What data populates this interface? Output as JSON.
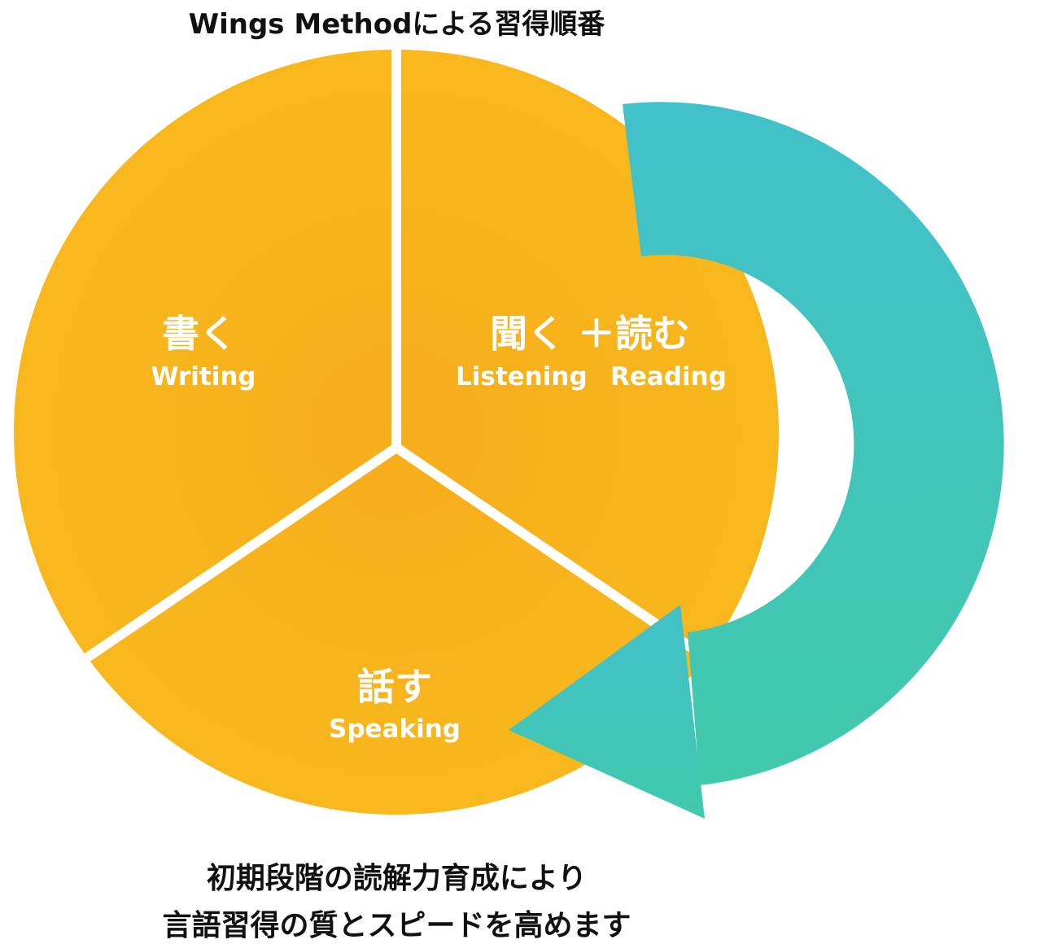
{
  "title": "Wings Methodによる習得順番",
  "segments": [
    {
      "jp": "書く",
      "en": "Writing"
    },
    {
      "jp": "聞く ＋読む",
      "en_1": "Listening",
      "en_2": "Reading"
    },
    {
      "jp": "話す",
      "en": "Speaking"
    }
  ],
  "caption": {
    "line1": "初期段階の読解力育成により",
    "line2": "言語習得の質とスピードを高めます"
  },
  "colors": {
    "segment": "#f7b51c",
    "arrow_top": "#42c0ca",
    "arrow_bottom": "#41c9ac"
  }
}
